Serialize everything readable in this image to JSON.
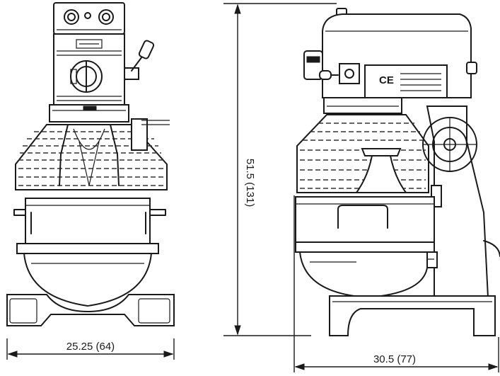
{
  "dimensions": {
    "width_label": "25.25 (64)",
    "height_label": "51.5 (131)",
    "depth_label": "30.5 (77)"
  },
  "colors": {
    "ink": "#1a1a1a",
    "background": "#ffffff"
  }
}
